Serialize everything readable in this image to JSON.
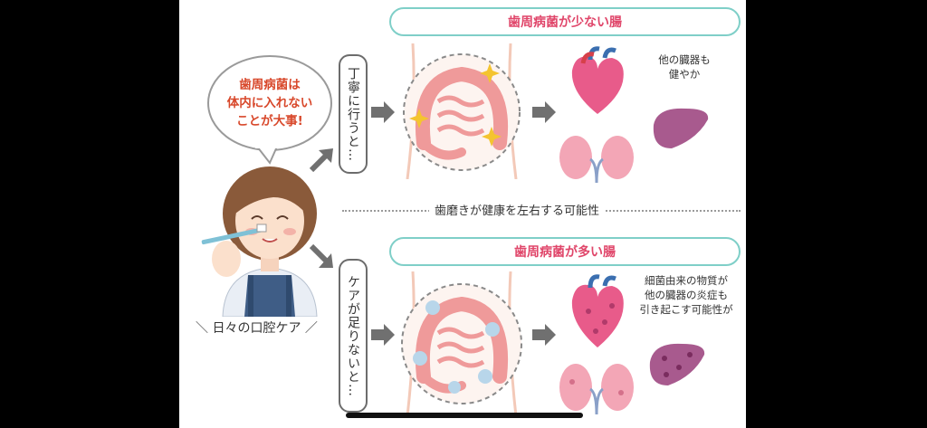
{
  "speech_bubble": {
    "lines": [
      "歯周病菌は",
      "体内に入れない",
      "ことが大事!"
    ]
  },
  "person_caption": "＼ 日々の口腔ケア ／",
  "top": {
    "title": "歯周病菌が少ない腸",
    "action": "丁寧に行うと…",
    "note_lines": [
      "他の臓器も",
      "健やか"
    ]
  },
  "divider_label": "歯磨きが健康を左右する可能性",
  "bottom": {
    "title": "歯周病菌が多い腸",
    "action": "ケアが足りないと…",
    "note_lines": [
      "細菌由来の物質が",
      "他の臓器の炎症も",
      "引き起こす可能性が"
    ]
  },
  "colors": {
    "title_text": "#e0466a",
    "pill_border": "#7fcfc8",
    "bubble_text": "#d8482b",
    "intestine": "#ef9a9a",
    "heart": "#e85b8a",
    "kidney": "#f3a6b6",
    "liver": "#a85a8e"
  }
}
